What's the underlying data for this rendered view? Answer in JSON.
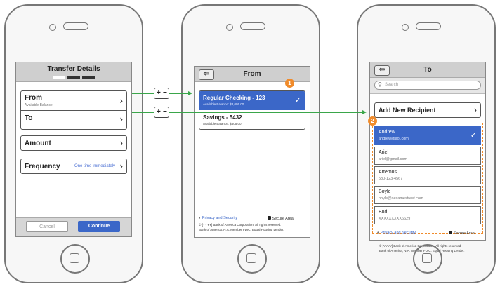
{
  "phone1": {
    "title": "Transfer Details",
    "rows": [
      {
        "label": "From",
        "sub": "Available Balance"
      },
      {
        "label": "To"
      },
      {
        "label": "Amount"
      },
      {
        "label": "Frequency",
        "value": "One time immediately"
      }
    ],
    "cancel_label": "Cancel",
    "continue_label": "Continue"
  },
  "phone2": {
    "title": "From",
    "badge": "1",
    "accounts": [
      {
        "name": "Regular Checking - 123",
        "balance": "Available Balance: $3,095.00"
      },
      {
        "name": "Savings - 5432",
        "balance": "Available Balance: $505.00"
      }
    ],
    "privacy_label": "Privacy and Security",
    "secure_label": "Secure Area",
    "footer_line1": "© [YYYY] Bank of America Corporation. All rights reserved.",
    "footer_line2": "Bank of America, N.A. Member FDIC. Equal Housing Lender."
  },
  "phone3": {
    "title": "To",
    "search_placeholder": "Search",
    "add_recipient": "Add New Recipient",
    "badge": "2",
    "contacts": [
      {
        "name": "Andrew",
        "detail": "andrew@aol.com"
      },
      {
        "name": "Ariel",
        "detail": "ariel@gmail.com"
      },
      {
        "name": "Artemus",
        "detail": "580-123-4567"
      },
      {
        "name": "Boyle",
        "detail": "boyle@sesamestreet.com"
      },
      {
        "name": "Bud",
        "detail": "XXXXXXXXX6629"
      }
    ],
    "privacy_label": "Privacy and Security",
    "secure_label": "Secure Area",
    "footer_line1": "© [YYYY] Bank of America Corporation. All rights reserved.",
    "footer_line2": "Bank of America, N.A. Member FDIC. Equal Housing Lender."
  },
  "colors": {
    "selected_blue": "#3b67c8",
    "continue_blue": "#3b67c8",
    "connector_green": "#3aa64a",
    "badge_orange": "#f08b2b"
  },
  "icons": {
    "check": "✓",
    "chevron": "›",
    "back": "⇦",
    "search": "⚲",
    "lock": "🔒",
    "shield": "◐",
    "plus": "+",
    "minus": "−"
  }
}
